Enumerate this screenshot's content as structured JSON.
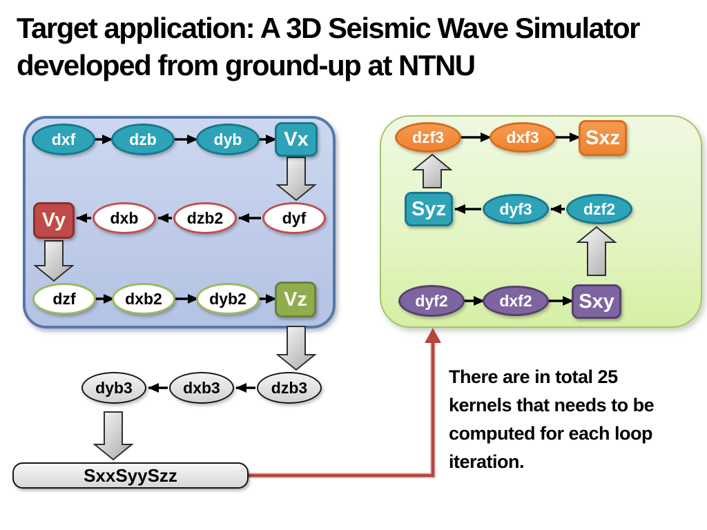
{
  "slide": {
    "title": "Target application: A 3D Seismic Wave Simulator developed from ground-up at NTNU",
    "note_lines": [
      "There are in total 25",
      "kernels that needs to be",
      "computed for each loop",
      "iteration."
    ]
  },
  "left_panel": {
    "row1": {
      "n1": "dxf",
      "n2": "dzb",
      "n3": "dyb",
      "out": "Vx"
    },
    "row2": {
      "out": "Vy",
      "n1": "dxb",
      "n2": "dzb2",
      "n3": "dyf"
    },
    "row3": {
      "n1": "dzf",
      "n2": "dxb2",
      "n3": "dyb2",
      "out": "Vz"
    }
  },
  "right_panel": {
    "row1": {
      "n1": "dzf3",
      "n2": "dxf3",
      "out": "Sxz"
    },
    "row2": {
      "out": "Syz",
      "n1": "dyf3",
      "n2": "dzf2"
    },
    "row3": {
      "n1": "dyf2",
      "n2": "dxf2",
      "out": "Sxy"
    }
  },
  "bottom_chain": {
    "n1": "dyb3",
    "n2": "dxb3",
    "n3": "dzb3",
    "bar": "SxxSyySzz"
  },
  "colors": {
    "title_text": "#000000",
    "teal_fill": "#2ea3b7",
    "teal_border": "#17798e",
    "red_fill": "#be4b48",
    "red_border": "#8c2f2c",
    "green_fill": "#8fac4e",
    "green_border": "#6a8238",
    "green_ellipse_border": "#9bbb59",
    "red_ellipse_border": "#c0504d",
    "orange_fill": "#f08a3c",
    "orange_border": "#d96d1f",
    "purple_fill": "#7f65a0",
    "purple_border": "#55416f",
    "gray_fill": "#e3e3e3",
    "gray_border": "#141414",
    "left_panel_fill": "#bfcce9",
    "left_panel_border": "#5577aa",
    "right_panel_fill": "#e4f5c6",
    "right_panel_border": "#a5c46a",
    "connector_red": "#b2473e",
    "arrow_black": "#000000",
    "block_arrow_fill": "#e0e0e0",
    "block_arrow_border": "#2e2e2e"
  }
}
